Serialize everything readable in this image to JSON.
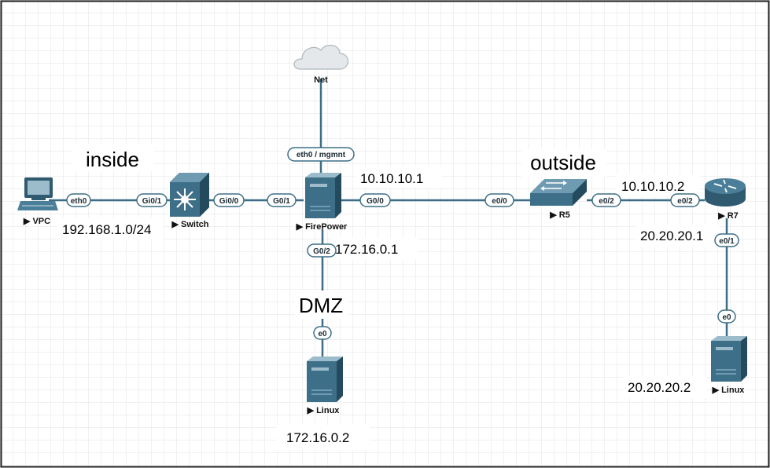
{
  "zones": {
    "inside": "inside",
    "outside": "outside",
    "dmz": "DMZ"
  },
  "ips": {
    "inside_net": "192.168.1.0/24",
    "fw_outside": "10.10.10.1",
    "r7_outside": "10.10.10.2",
    "fw_dmz": "172.16.0.1",
    "dmz_linux": "172.16.0.2",
    "r7_lan": "20.20.20.1",
    "lan_linux": "20.20.20.2"
  },
  "nodes": {
    "net": "Net",
    "vpc": "VPC",
    "switch": "Switch",
    "firepower": "FirePower",
    "r5": "R5",
    "r7": "R7",
    "linux_dmz": "Linux",
    "linux_lan": "Linux"
  },
  "ports": {
    "vpc_eth0": "eth0",
    "sw_gi01": "Gi0/1",
    "sw_gi00": "Gi0/0",
    "fw_g01": "G0/1",
    "fw_mgmt": "eth0 / mgmnt",
    "fw_g00": "G0/0",
    "fw_g02": "G0/2",
    "r5_e00": "e0/0",
    "r5_e02": "e0/2",
    "r7_e02": "e0/2",
    "r7_e01": "e0/1",
    "linux_dmz_e0": "e0",
    "linux_lan_e0": "e0"
  },
  "colors": {
    "link": "#3d6e86",
    "device_dark": "#2f5a70",
    "device_mid": "#4b7f99",
    "device_light": "#9dbccb",
    "cloud": "#e4e8eb",
    "border": "#222222",
    "grid": "#e3e3e3"
  }
}
